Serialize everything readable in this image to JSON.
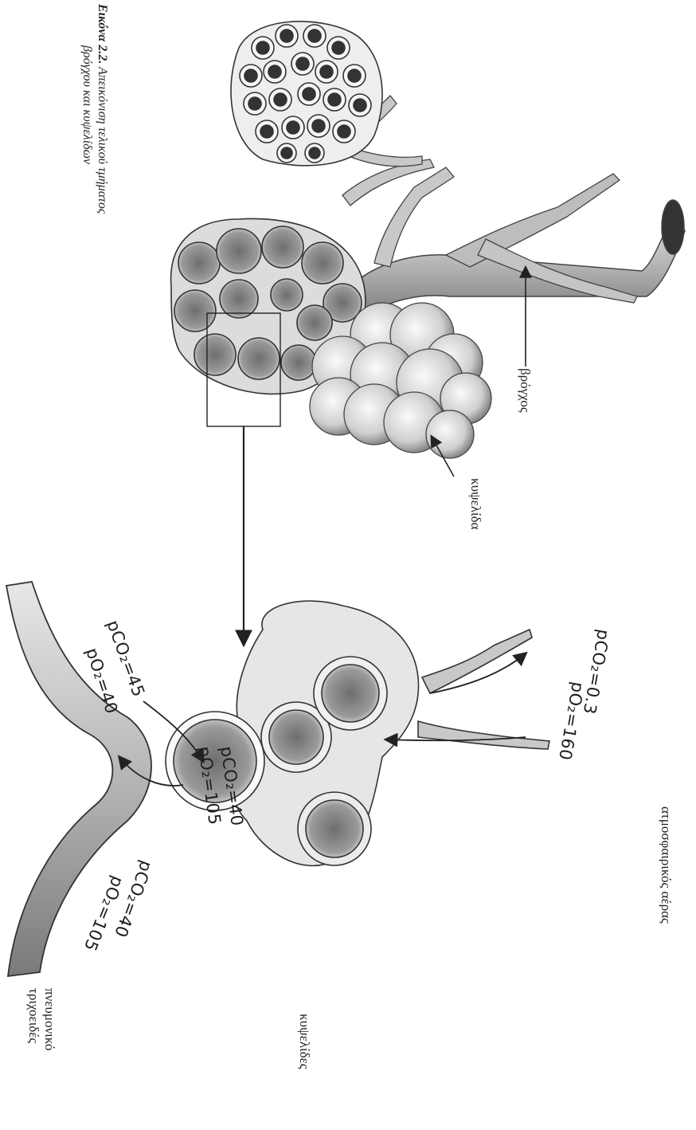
{
  "caption": {
    "number": "Εικόνα 2.2.",
    "line1": "Απεικόνιση τελικού τμήματος",
    "line2": "βρόγχου και κυψελίδων"
  },
  "labels": {
    "bronchus": "βρόγχος",
    "alveolus": "κυψελίδα",
    "atmospheric_air": "ατμοσφαιρικός αέρας",
    "alveoli": "κυψελίδες",
    "capillary_line1": "πνευμονικό",
    "capillary_line2": "τριχοειδές"
  },
  "values": {
    "atm_pco2": "pCO₂=0.3",
    "atm_po2": "pO₂=160",
    "alv_pco2": "pCO₂=40",
    "alv_po2": "pO₂=105",
    "venous_pco2": "pCO₂=45",
    "venous_po2": "pO₂=40",
    "arterial_pco2": "pCO₂=40",
    "arterial_po2": "pO₂=105"
  }
}
